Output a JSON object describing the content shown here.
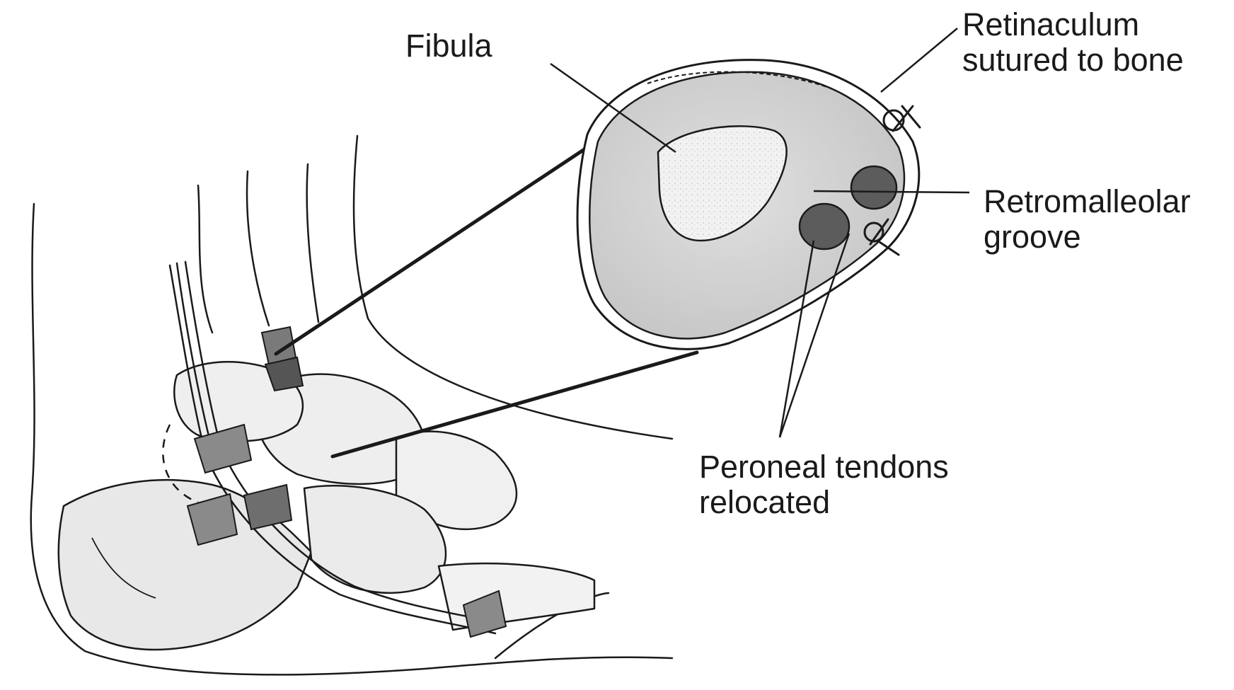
{
  "labels": {
    "fibula": {
      "lines": [
        "Fibula"
      ]
    },
    "retinaculum": {
      "lines": [
        "Retinaculum",
        "sutured to bone"
      ]
    },
    "groove": {
      "lines": [
        "Retromalleolar",
        "groove"
      ]
    },
    "tendons": {
      "lines": [
        "Peroneal tendons",
        "relocated"
      ]
    }
  },
  "colors": {
    "ink": "#1a1a1a",
    "bone_fill": "#d3d3d3",
    "marrow_fill": "#f1f1f1",
    "tendon_fill": "#595959",
    "foot_shade": "#e3e3e3"
  }
}
